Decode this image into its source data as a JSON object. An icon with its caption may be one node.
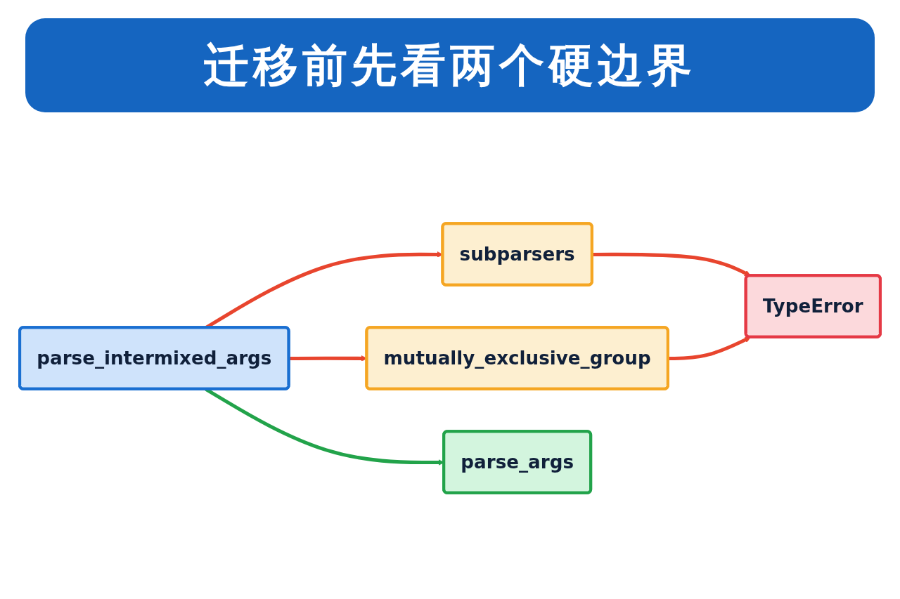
{
  "diagram": {
    "title": "迁移前先看两个硬边界",
    "nodes": [
      {
        "text": [
          "parse_intermixed_args"
        ]
      },
      {
        "text": [
          "subparsers"
        ]
      },
      {
        "text": [
          "mutually_exclusive_group"
        ]
      },
      {
        "text": [
          "TypeError"
        ]
      },
      {
        "text": [
          "parse_args"
        ]
      }
    ],
    "edges": [
      {
        "from": 0,
        "to": 1,
        "arrow": "to"
      },
      {
        "from": 0,
        "to": 2,
        "arrow": "to"
      },
      {
        "from": 1,
        "to": 3,
        "arrow": "to"
      },
      {
        "from": 2,
        "to": 3,
        "arrow": "to"
      },
      {
        "from": 0,
        "to": 4,
        "arrow": "to",
        "color": "#22a34a"
      }
    ]
  }
}
